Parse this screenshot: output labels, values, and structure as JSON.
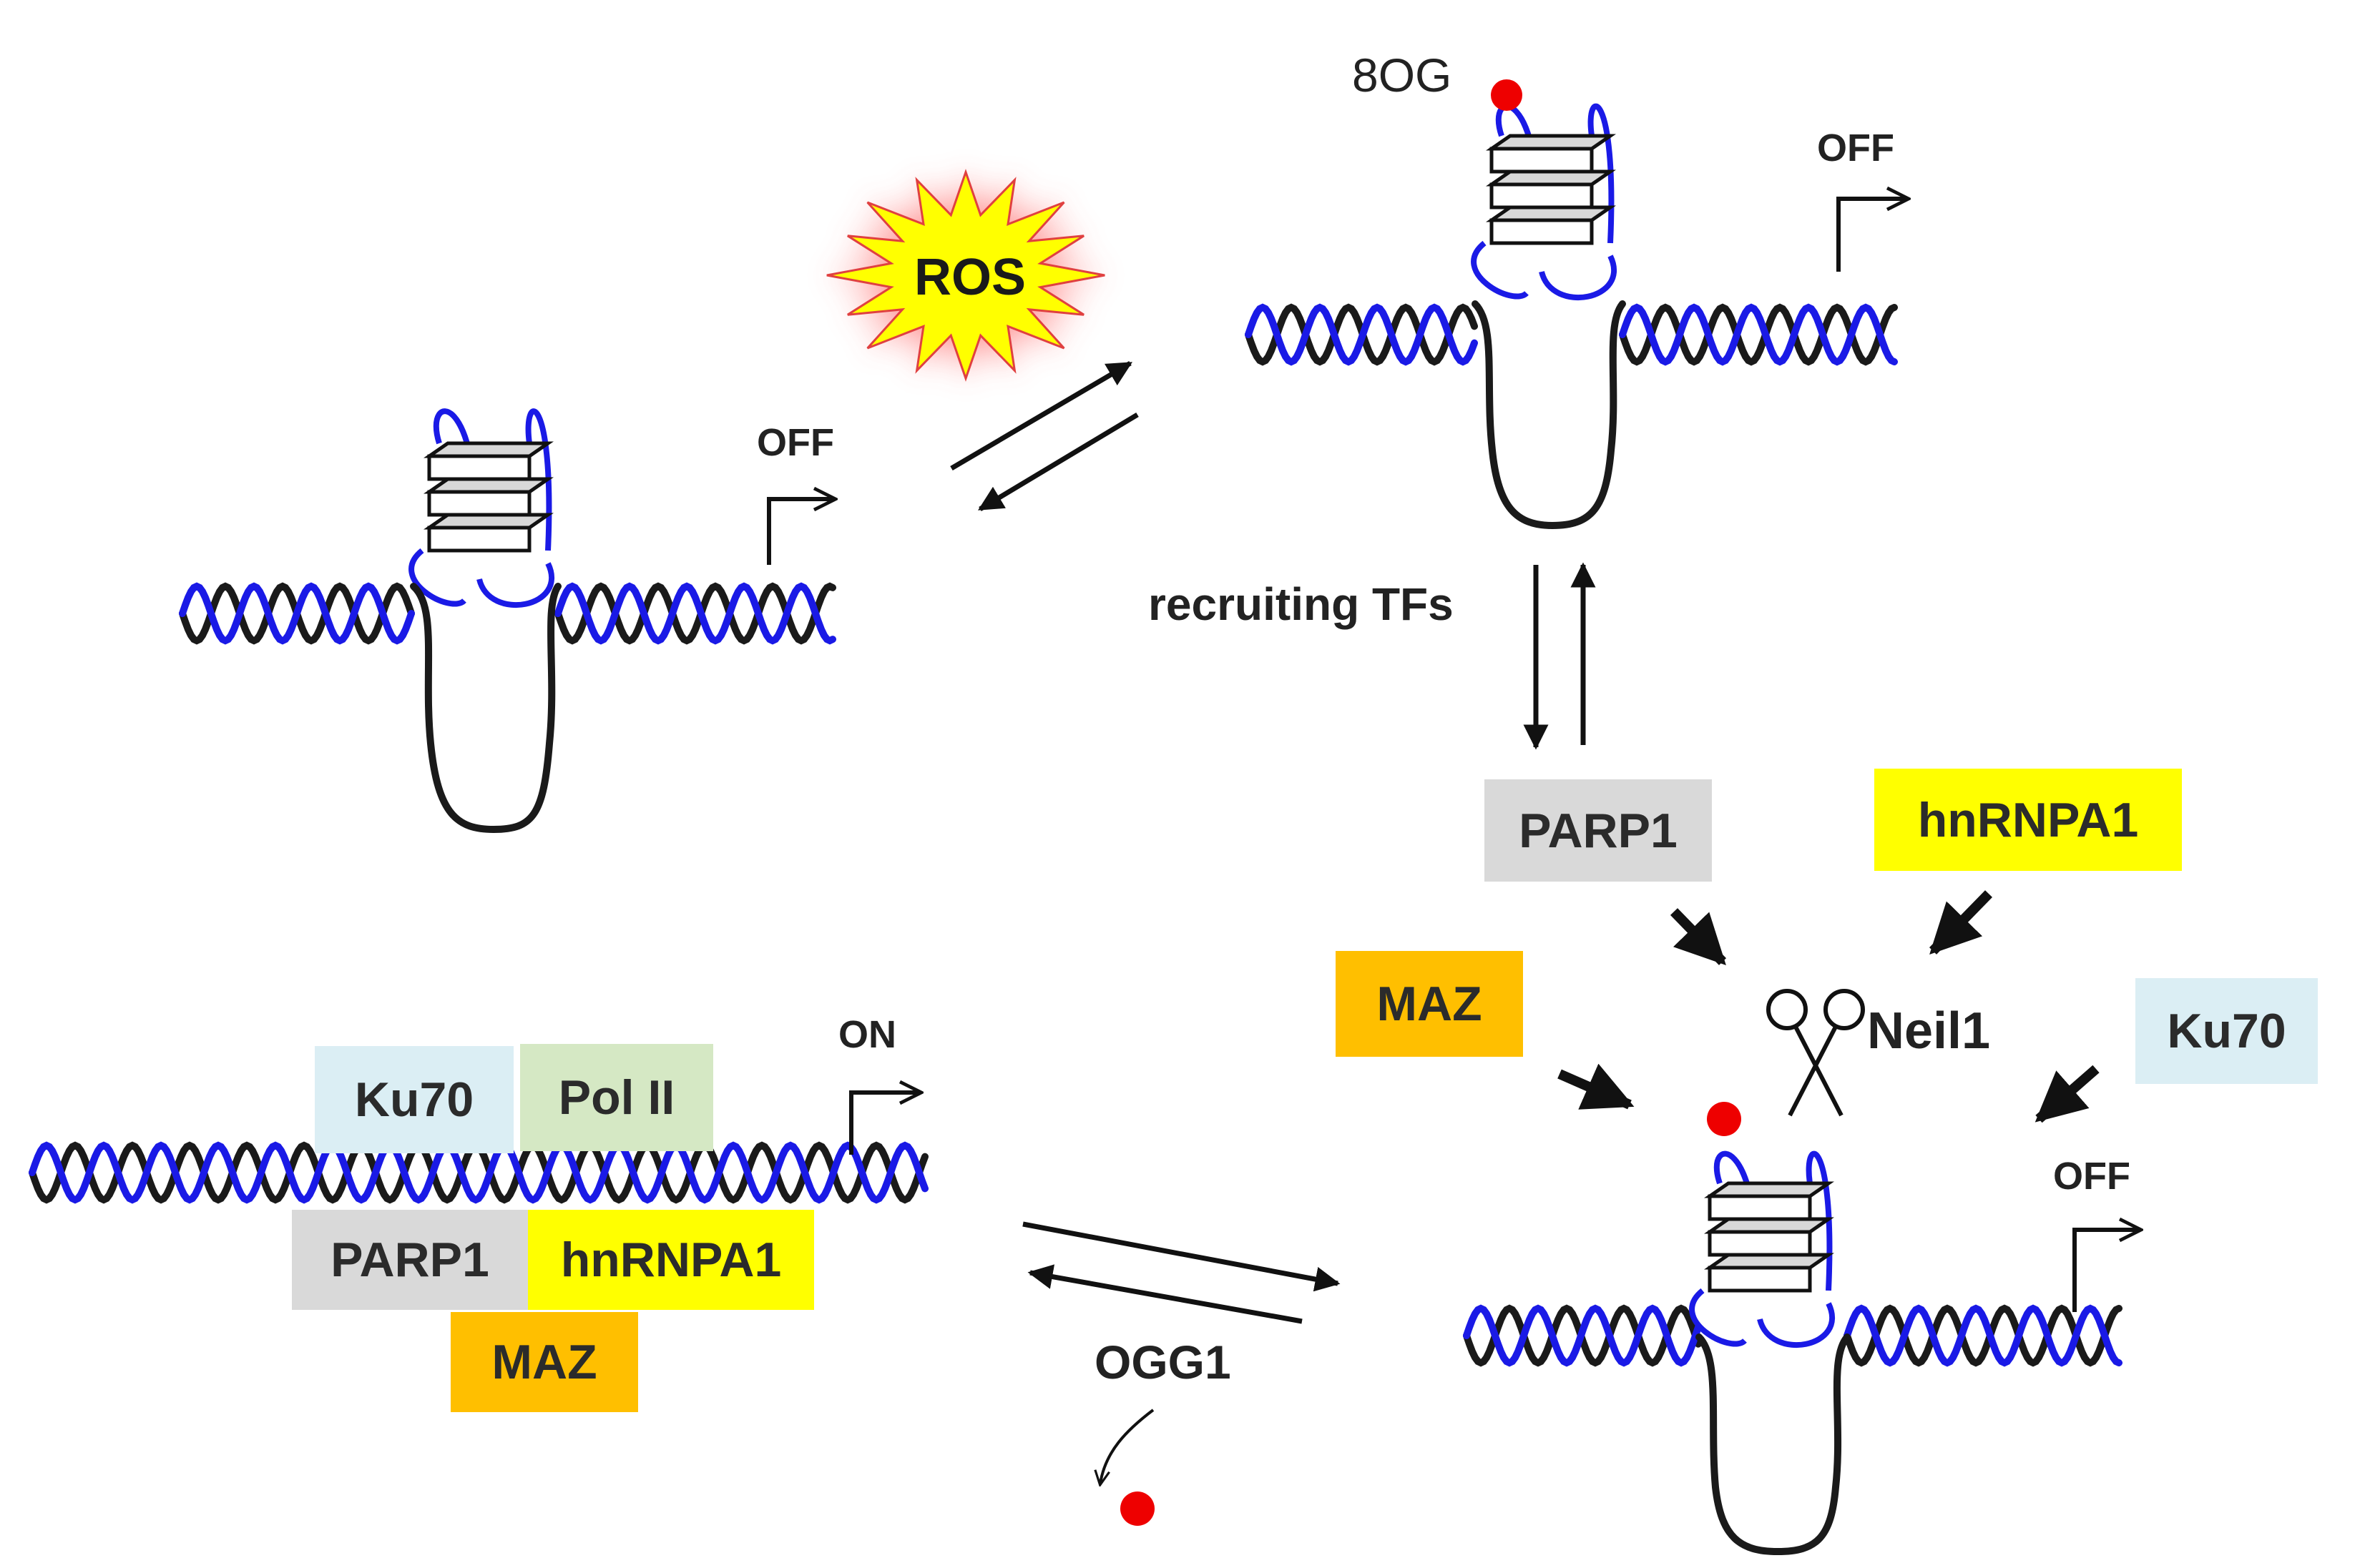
{
  "colors": {
    "helix_blue": "#1a1ae6",
    "helix_black": "#1a1a1a",
    "oxidation_dot": "#ee0000",
    "ros_fill": "#ffff00",
    "ros_glow": "#ff8080",
    "parp1_bg": "#d9d9d9",
    "hnrnpa1_bg": "#ffff00",
    "maz_bg": "#ffbf00",
    "ku70_bg": "#dbeef4",
    "polii_bg": "#d5e8c4"
  },
  "states": {
    "initial": {
      "status": "OFF"
    },
    "oxidized": {
      "status": "OFF",
      "lesion_label": "8OG"
    },
    "recruited": {
      "status": "OFF"
    },
    "active": {
      "status": "ON"
    }
  },
  "stressor": {
    "label": "ROS"
  },
  "recruit_label": "recruiting TFs",
  "recruited_factors": {
    "parp1": "PARP1",
    "hnrnpa1": "hnRNPA1",
    "maz": "MAZ",
    "ku70": "Ku70",
    "glycosylase": "Neil1"
  },
  "active_complex": {
    "ku70": "Ku70",
    "polii": "Pol II",
    "parp1": "PARP1",
    "hnrnpa1": "hnRNPA1",
    "maz": "MAZ"
  },
  "repair_enzyme": "OGG1",
  "icons": [
    "scissors-icon",
    "curved-arrow-icon",
    "starburst-icon",
    "promoter-arrow-icon"
  ]
}
